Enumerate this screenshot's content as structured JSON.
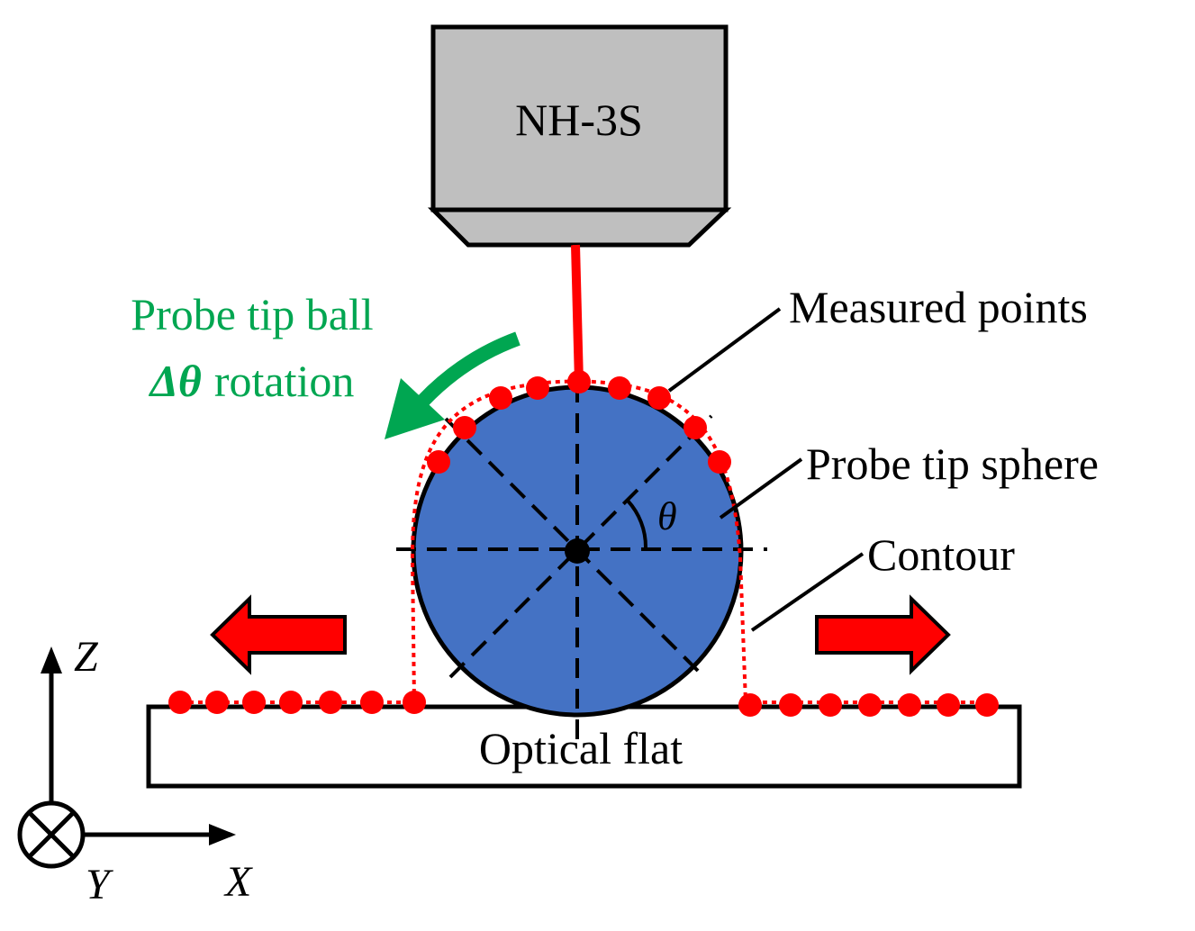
{
  "device_label": "NH-3S",
  "labels": {
    "measured_points": "Measured points",
    "probe_tip_sphere": "Probe tip sphere",
    "contour": "Contour",
    "optical_flat": "Optical flat"
  },
  "rotation_caption": {
    "line1": "Probe tip ball",
    "delta_theta": "Δθ",
    "line2_rest": "rotation"
  },
  "angle_symbol": "θ",
  "axes": {
    "z": "Z",
    "x": "X",
    "y": "Y"
  },
  "colors": {
    "device_fill": "#bfbfbf",
    "sphere_fill": "#4472c4",
    "point_red": "#ff0000",
    "rotation_green": "#00a651"
  }
}
